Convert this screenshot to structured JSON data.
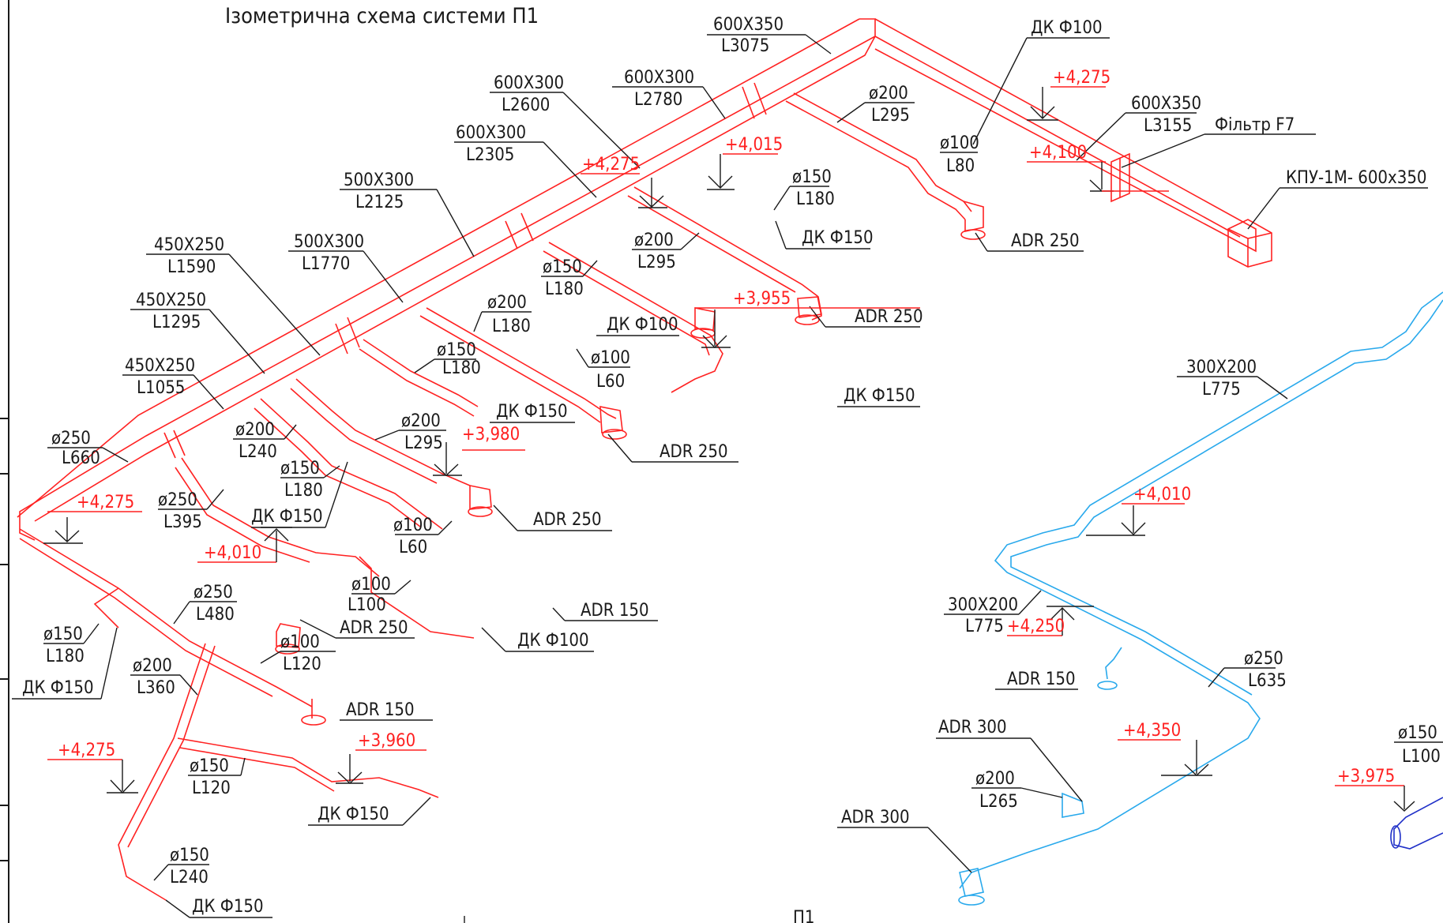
{
  "title": "Ізометрична схема системи П1",
  "bottom_label": "П1",
  "supply_labels": [
    {
      "a": "600X350",
      "b": "L3075"
    },
    {
      "a": "600X300",
      "b": "L2600"
    },
    {
      "a": "600X300",
      "b": "L2780"
    },
    {
      "a": "600X300",
      "b": "L2305"
    },
    {
      "a": "500X300",
      "b": "L2125"
    },
    {
      "a": "500X300",
      "b": "L1770"
    },
    {
      "a": "450X250",
      "b": "L1590"
    },
    {
      "a": "450X250",
      "b": "L1295"
    },
    {
      "a": "450X250",
      "b": "L1055"
    },
    {
      "a": "600X350",
      "b": "L3155"
    },
    {
      "a": "ø200",
      "b": "L295"
    },
    {
      "a": "ø100",
      "b": "L80"
    },
    {
      "a": "ø150",
      "b": "L180"
    },
    {
      "a": "ø200",
      "b": "L295"
    },
    {
      "a": "ø150",
      "b": "L180"
    },
    {
      "a": "ø200",
      "b": "L180"
    },
    {
      "a": "ø150",
      "b": "L180"
    },
    {
      "a": "ø100",
      "b": "L60"
    },
    {
      "a": "ø250",
      "b": "L660"
    },
    {
      "a": "ø200",
      "b": "L240"
    },
    {
      "a": "ø200",
      "b": "L295"
    },
    {
      "a": "ø150",
      "b": "L180"
    },
    {
      "a": "ø250",
      "b": "L395"
    },
    {
      "a": "ø100",
      "b": "L60"
    },
    {
      "a": "ø100",
      "b": "L100"
    },
    {
      "a": "ø250",
      "b": "L480"
    },
    {
      "a": "ø150",
      "b": "L180"
    },
    {
      "a": "ø100",
      "b": "L120"
    },
    {
      "a": "ø200",
      "b": "L360"
    },
    {
      "a": "ø150",
      "b": "L120"
    },
    {
      "a": "ø150",
      "b": "L240"
    },
    {
      "a": "300X200",
      "b": "L775"
    },
    {
      "a": "300X200",
      "b": "L775"
    },
    {
      "a": "ø250",
      "b": "L635"
    },
    {
      "a": "ø200",
      "b": "L265"
    },
    {
      "a": "ø150",
      "b": "L100"
    }
  ],
  "single_labels": [
    "ДК Ф100",
    "Фільтр F7",
    "КПУ-1М- 600х350",
    "ADR 250",
    "ДК Ф150",
    "ADR 250",
    "ДК Ф100",
    "ДК Ф150",
    "ДК Ф150",
    "ADR 250",
    "ADR 250",
    "ДК Ф150",
    "ADR 150",
    "ADR 250",
    "ДК Ф100",
    "ADR 150",
    "ДК Ф150",
    "ДК Ф150",
    "ДК Ф150",
    "ADR 150",
    "ADR 300",
    "ADR 300"
  ],
  "elevations": [
    "+4,275",
    "+4,100",
    "+4,015",
    "+4,275",
    "+3,955",
    "+3,980",
    "+4,275",
    "+4,010",
    "+3,960",
    "+4,275",
    "+4,010",
    "+4,250",
    "+4,350",
    "+3,975"
  ],
  "colors": {
    "supply": "#ff2222",
    "blue_branch": "#29a9ec",
    "navy_branch": "#2030c8",
    "elevation_text": "#ff2020",
    "annotation": "#1a1a1a"
  }
}
